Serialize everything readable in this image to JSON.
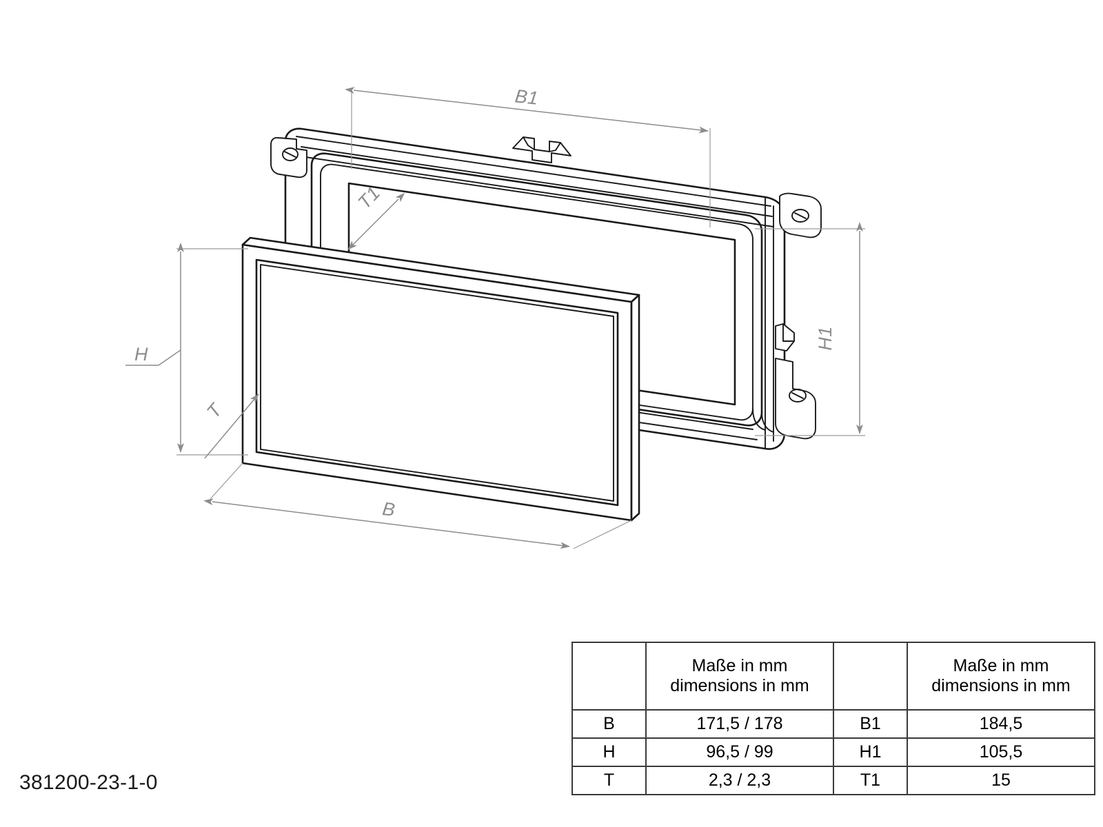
{
  "drawing": {
    "title": "Radio fascia / mounting frame exploded technical drawing",
    "part_number": "381200-23-1-0",
    "dimension_labels": {
      "B": "B",
      "B1": "B1",
      "H": "H",
      "H1": "H1",
      "T": "T",
      "T1": "T1"
    }
  },
  "table": {
    "headers": {
      "left_blank": "",
      "left_measure_de": "Maße  in mm",
      "left_measure_en": "dimensions in mm",
      "right_blank": "",
      "right_measure_de": "Maße  in mm",
      "right_measure_en": "dimensions in mm"
    },
    "rows": [
      {
        "key": "B",
        "value": "171,5 / 178",
        "key2": "B1",
        "value2": "184,5"
      },
      {
        "key": "H",
        "value": "96,5 / 99",
        "key2": "H1",
        "value2": "105,5"
      },
      {
        "key": "T",
        "value": "2,3 / 2,3",
        "key2": "T1",
        "value2": "15"
      }
    ]
  },
  "colors": {
    "line": "#1a1a1a",
    "dimension": "#8c8c8c",
    "table_border": "#3a3a3a",
    "background": "#ffffff"
  }
}
